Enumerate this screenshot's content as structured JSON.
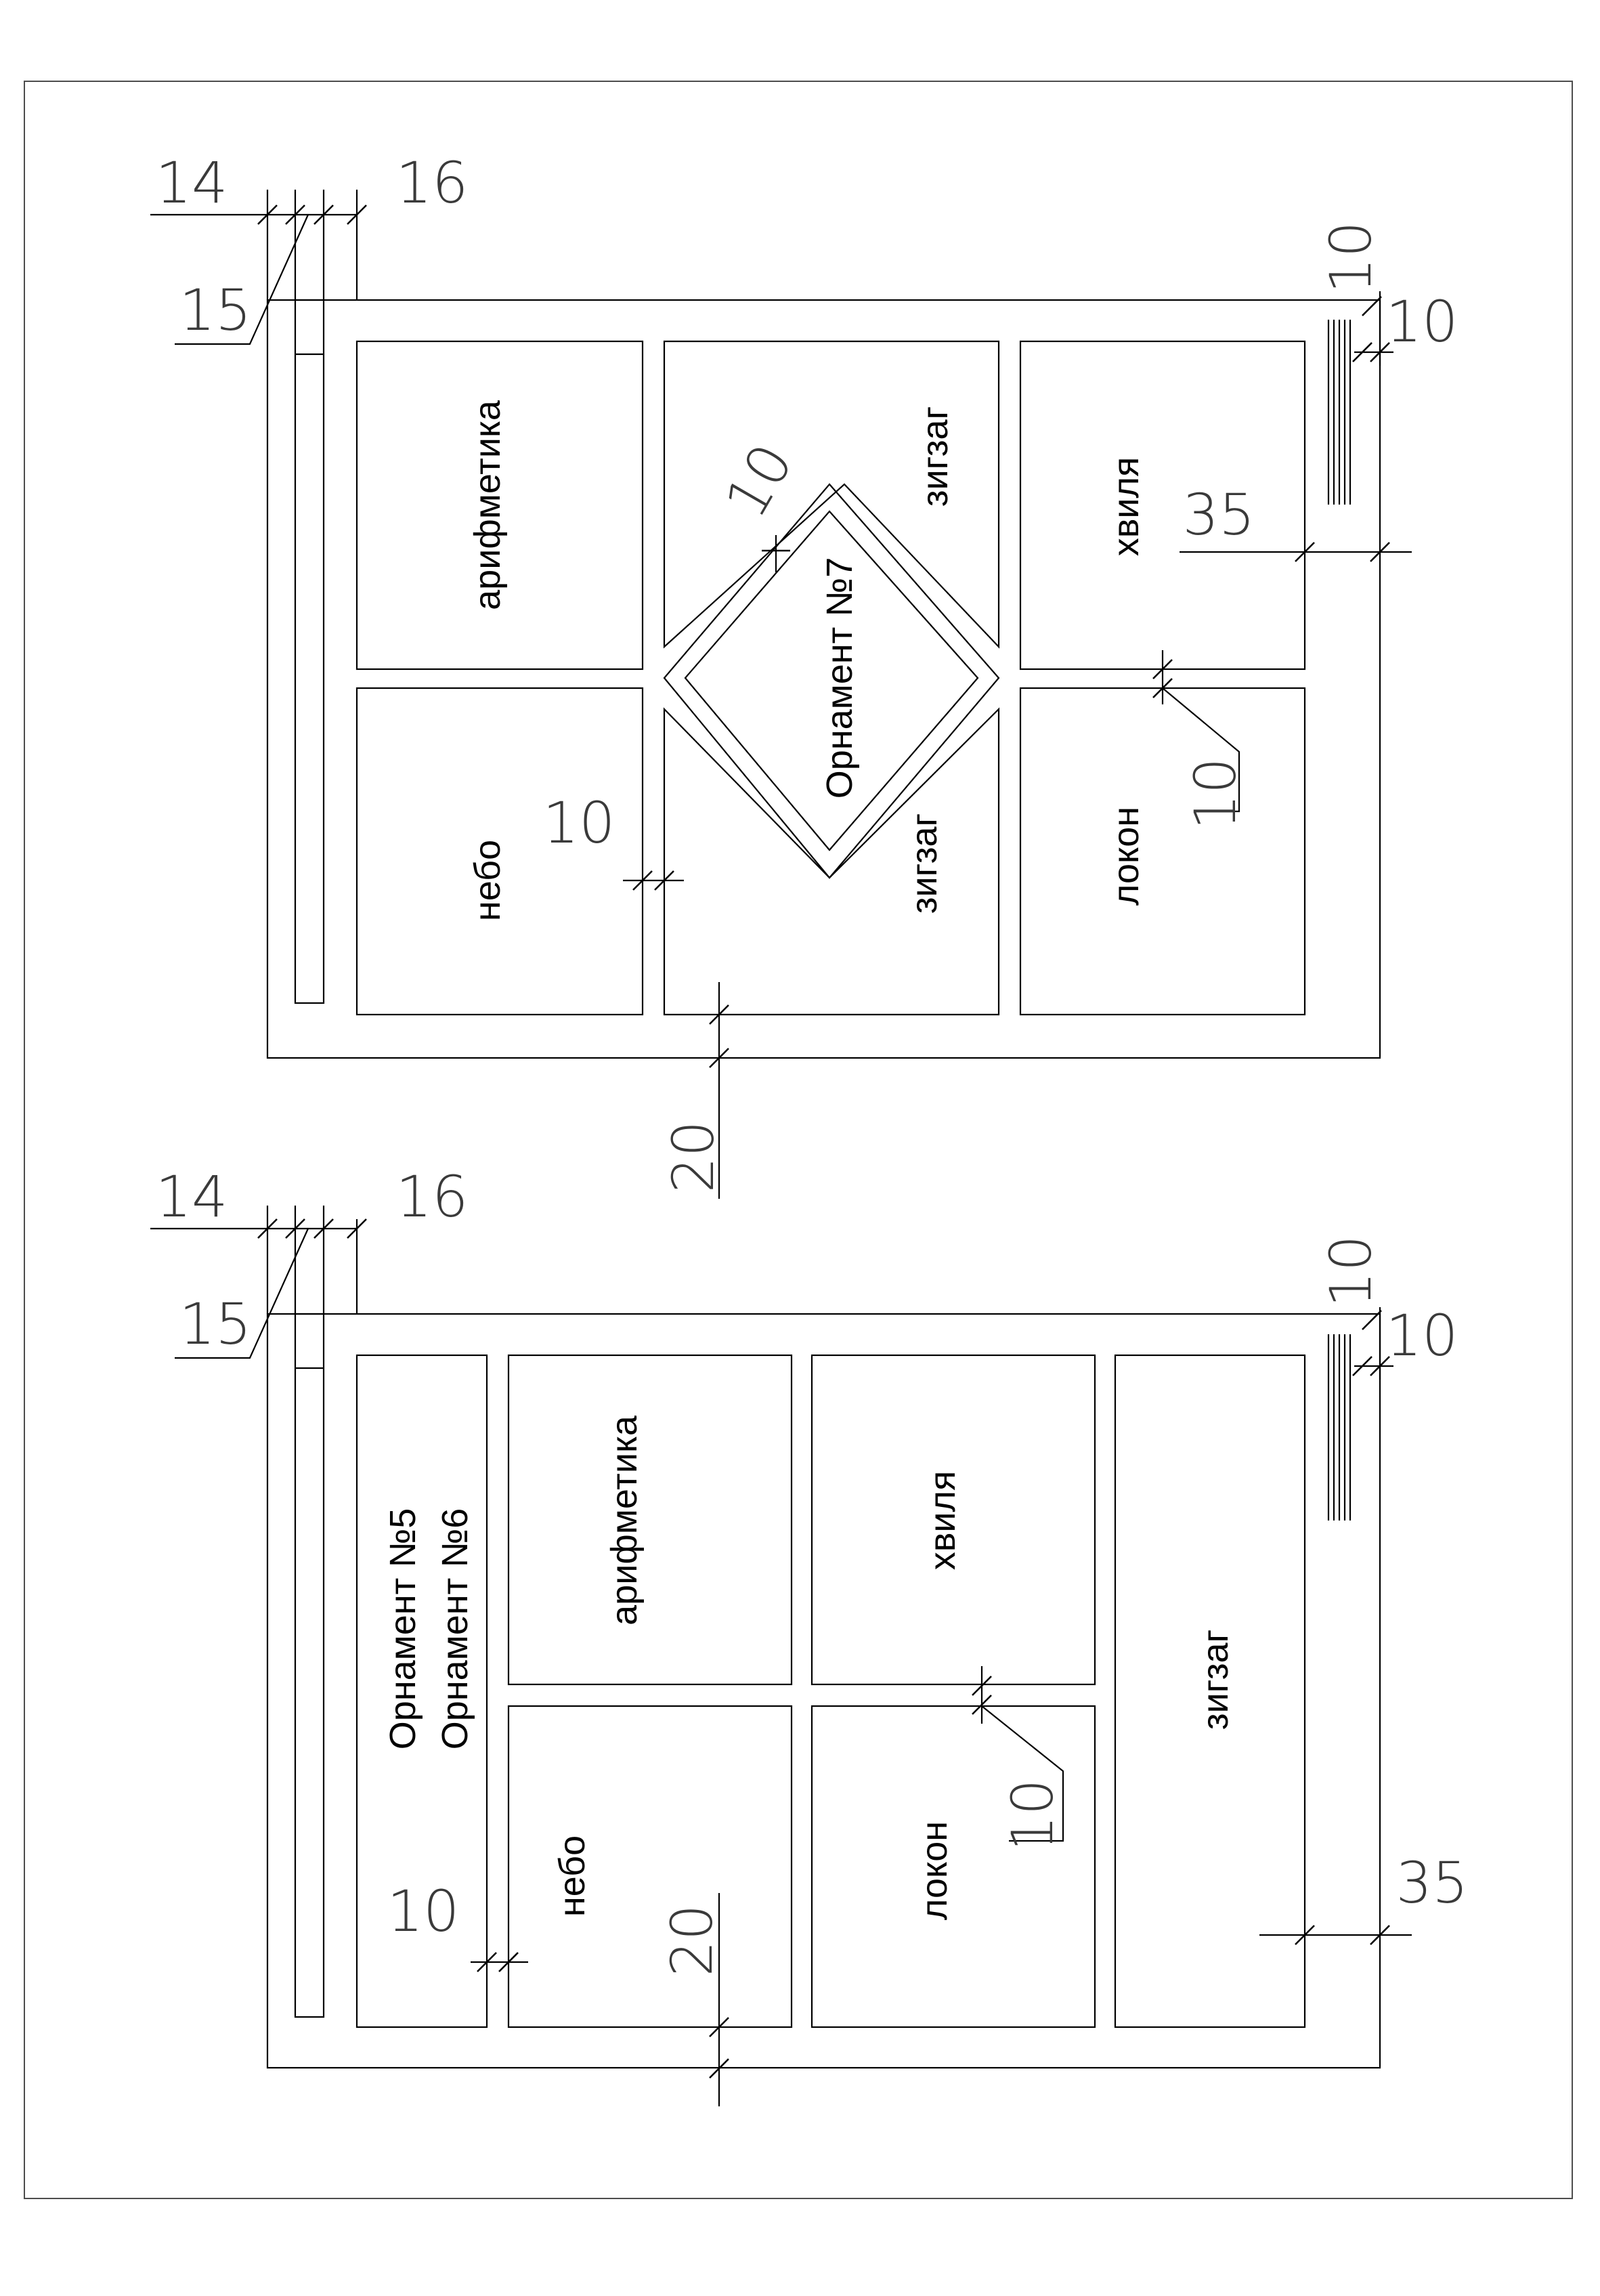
{
  "sheets": [
    {
      "panels": {
        "arithmetic": "арифметика",
        "sky": "небо",
        "zigzag_top": "зигзаг",
        "zigzag_bottom": "зигзаг",
        "center": "Орнамент №7",
        "wave": "хвиля",
        "curl": "локон"
      },
      "dims": {
        "d14": "14",
        "d15": "15",
        "d16": "16",
        "top_10a": "10",
        "top_10b": "10",
        "d35": "35",
        "gap_10_right": "10",
        "gap_10_left": "10",
        "diamond_10": "10",
        "d20": "20"
      }
    },
    {
      "panels": {
        "title_line_1": "Орнамент №5",
        "title_line_2": "Орнамент №6",
        "arithmetic": "арифметика",
        "sky": "небо",
        "wave": "хвиля",
        "curl": "локон",
        "zigzag": "зигзаг"
      },
      "dims": {
        "d14": "14",
        "d15": "15",
        "d16": "16",
        "top_10a": "10",
        "top_10b": "10",
        "d35": "35",
        "gap_10_right": "10",
        "gap_10_left": "10",
        "d20": "20"
      }
    }
  ]
}
